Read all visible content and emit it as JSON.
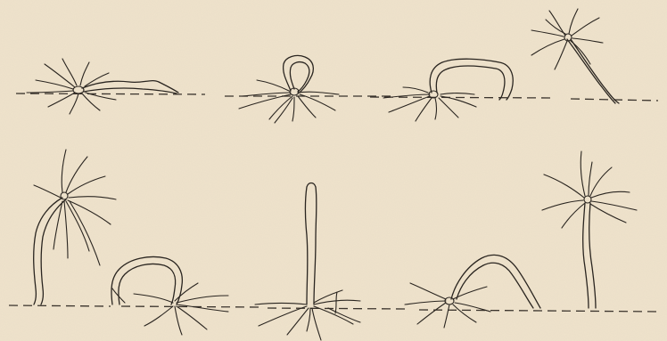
{
  "figure": {
    "ink_color": "#2a2520",
    "paper_color": "#efe3cc",
    "rows": [
      {
        "row": 1,
        "stage_count": 4
      },
      {
        "row": 2,
        "stage_count": 5
      }
    ]
  }
}
